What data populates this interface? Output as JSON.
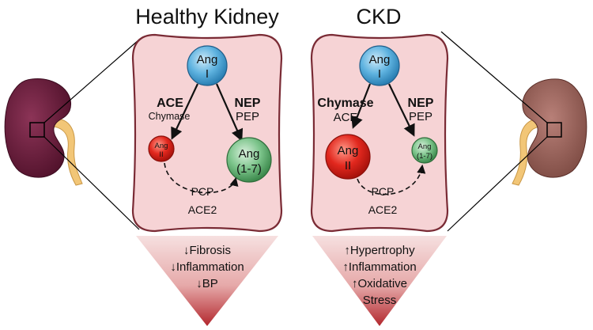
{
  "panels": [
    {
      "title": "Healthy Kidney",
      "ang1_top": "Ang",
      "ang1_bottom": "I",
      "left_enzyme_main": "ACE",
      "left_enzyme_sub": "Chymase",
      "right_enzyme_main": "NEP",
      "right_enzyme_sub": "PEP",
      "ang2_top": "Ang",
      "ang2_bottom": "II",
      "ang17_top": "Ang",
      "ang17_bottom": "(1-7)",
      "convert_top": "PCP",
      "convert_bottom": "ACE2",
      "effects": [
        "↓Fibrosis",
        "↓Inflammation",
        "↓BP"
      ]
    },
    {
      "title": "CKD",
      "ang1_top": "Ang",
      "ang1_bottom": "I",
      "left_enzyme_main": "Chymase",
      "left_enzyme_sub": "ACE",
      "right_enzyme_main": "NEP",
      "right_enzyme_sub": "PEP",
      "ang2_top": "Ang",
      "ang2_bottom": "II",
      "ang17_top": "Ang",
      "ang17_bottom": "(1-7)",
      "convert_top": "PCP",
      "convert_bottom": "ACE2",
      "effects": [
        "↑Hypertrophy",
        "↑Inflammation",
        "↑Oxidative",
        "Stress"
      ]
    }
  ],
  "colors": {
    "panel_fill": "#f6d3d5",
    "panel_stroke": "#7a2b35",
    "ang1": "#4aa6d8",
    "ang2": "#d9251c",
    "ang17": "#5aa86a",
    "kidney_healthy": "#6b1f3a",
    "kidney_ckd": "#8f5a52",
    "ureter": "#f0c67a"
  }
}
